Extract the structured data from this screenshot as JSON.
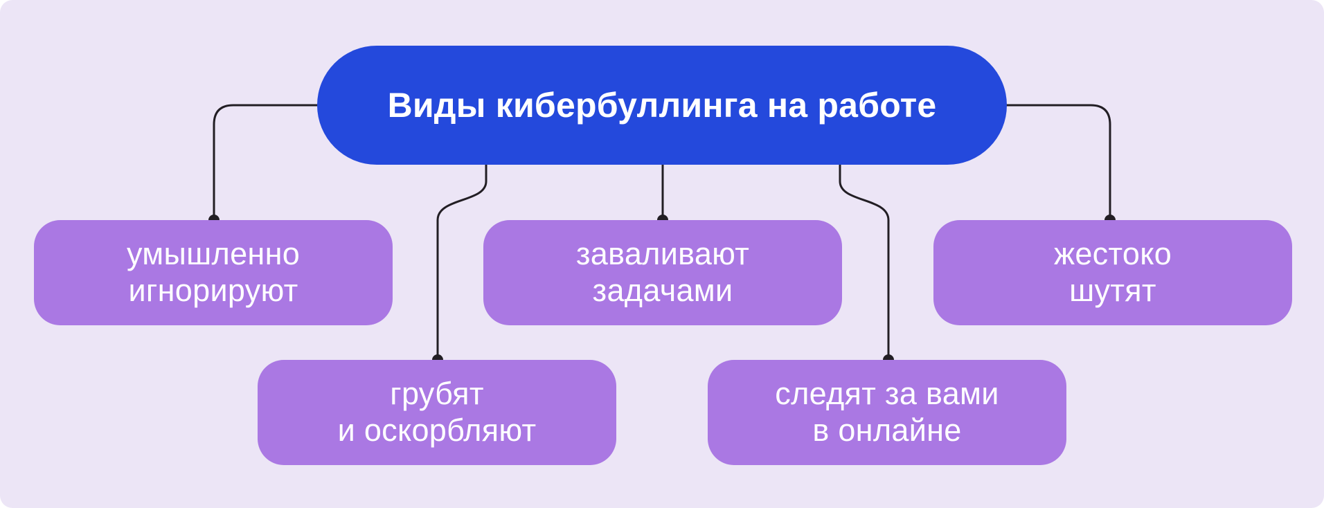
{
  "diagram": {
    "title": "Виды кибербуллинга на работе",
    "root": {
      "label": "Виды кибербуллинга на работе"
    },
    "children": [
      {
        "id": "ignore",
        "label": "умышленно\nигнорируют"
      },
      {
        "id": "tasks",
        "label": "заваливают\nзадачами"
      },
      {
        "id": "jokes",
        "label": "жестоко\nшутят"
      },
      {
        "id": "rude",
        "label": "грубят\nи оскорбляют"
      },
      {
        "id": "stalk",
        "label": "следят за вами\nв онлайне"
      }
    ]
  },
  "colors": {
    "page": "#ffffff",
    "background": "#ece5f6",
    "primary_node": "#2449dc",
    "child_node": "#aa78e3",
    "node_text": "#ffffff",
    "connector": "#221e24"
  }
}
